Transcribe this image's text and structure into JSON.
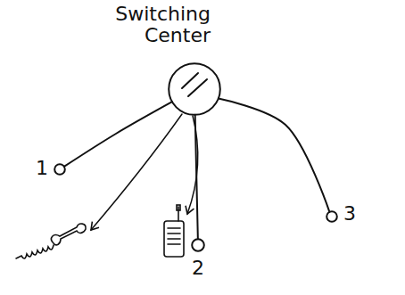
{
  "diagram": {
    "nodes": [
      {
        "text": [
          "Switching Center"
        ]
      },
      {
        "text": [
          "1"
        ]
      },
      {
        "text": [
          "2"
        ]
      },
      {
        "text": [
          "3"
        ]
      }
    ],
    "edges": [
      {
        "from": 0,
        "to": 1,
        "arrow": "none"
      },
      {
        "from": 0,
        "to": 2,
        "arrow": "none"
      },
      {
        "from": 0,
        "to": 3,
        "arrow": "none"
      }
    ]
  }
}
